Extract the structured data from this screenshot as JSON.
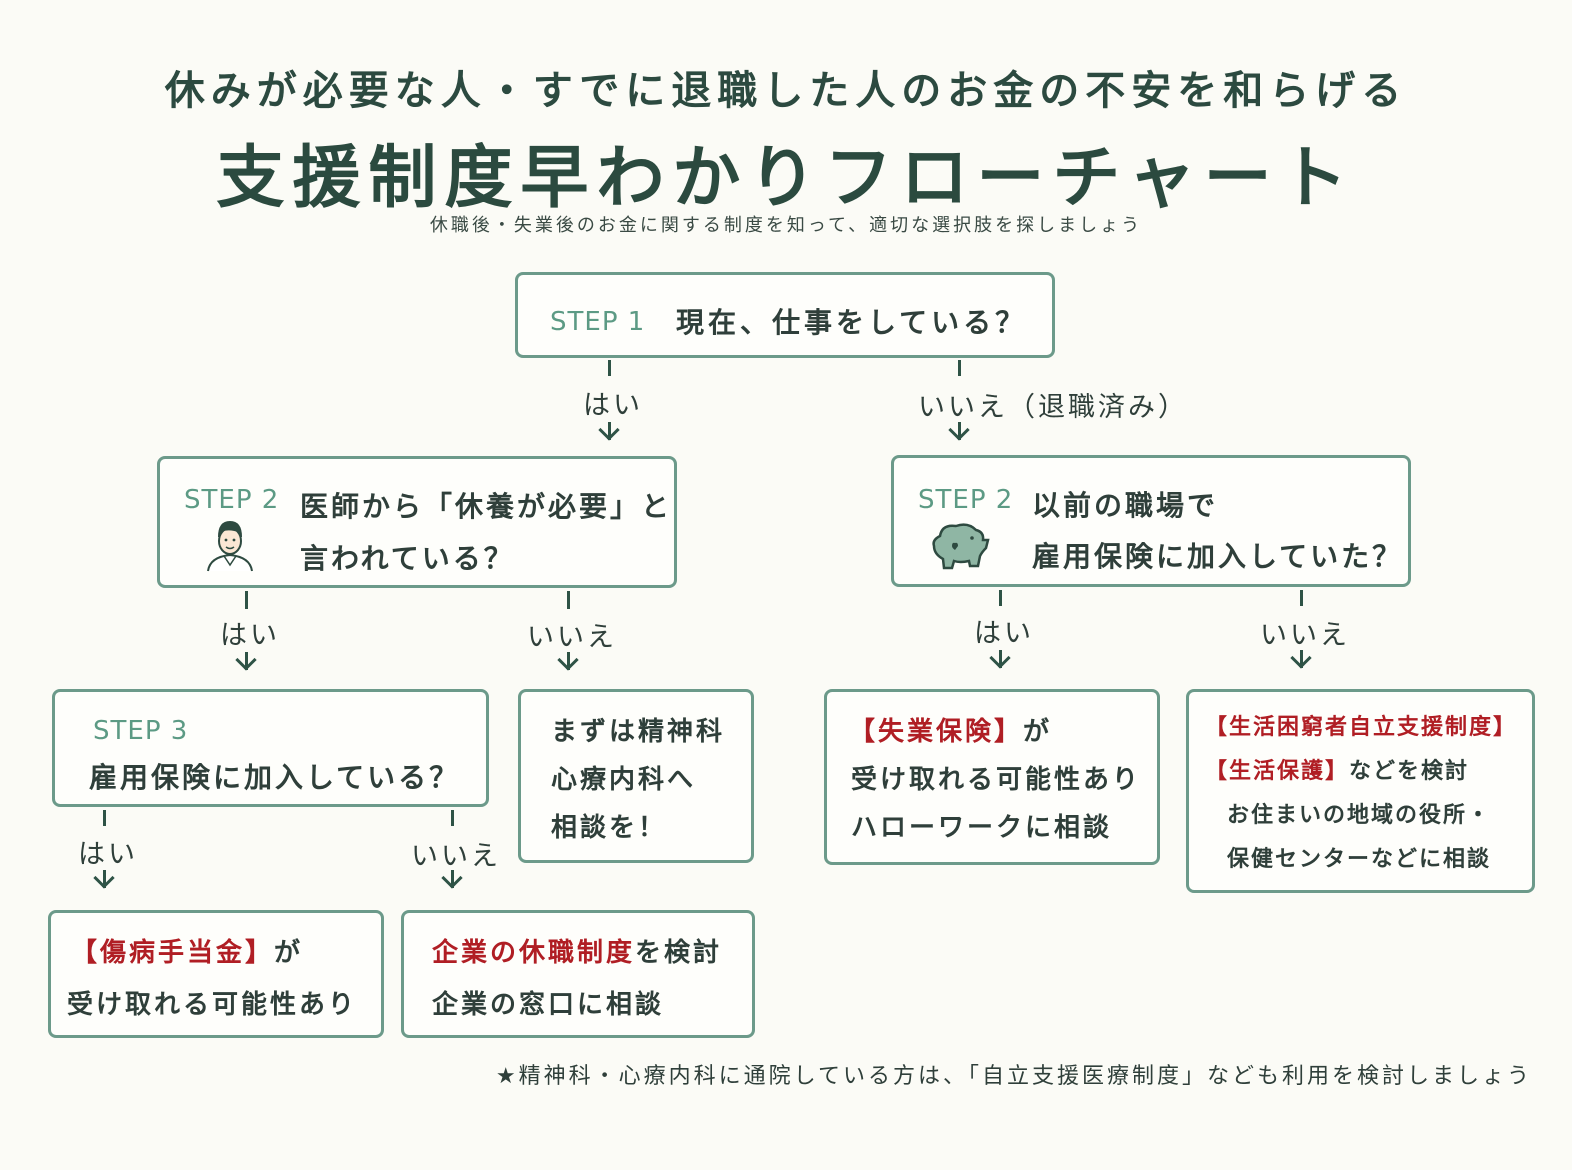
{
  "header": {
    "subtitle": "休みが必要な人・すでに退職した人のお金の不安を和らげる",
    "title": "支援制度早わかりフローチャート",
    "caption": "休職後・失業後のお金に関する制度を知って、適切な選択肢を探しましょう"
  },
  "step1": {
    "step": "STEP 1",
    "question": "現在、仕事をしている？"
  },
  "step2_left": {
    "step": "STEP 2",
    "line1": "医師から「休養が必要」と",
    "line2": "言われている？",
    "icon": "doctor-icon"
  },
  "step2_right": {
    "step": "STEP 2",
    "line1": "以前の職場で",
    "line2": "雇用保険に加入していた？",
    "icon": "piggy-bank-icon"
  },
  "step3": {
    "step": "STEP 3",
    "question": "雇用保険に加入している？"
  },
  "labels": {
    "yes": "はい",
    "no": "いいえ",
    "no_retired": "いいえ（退職済み）"
  },
  "results": {
    "psychiatry": {
      "line1": "まずは精神科",
      "line2": "心療内科へ",
      "line3": "相談を！"
    },
    "unemployment": {
      "highlight": "【失業保険】",
      "suffix": "が",
      "line2": "受け取れる可能性あり",
      "line3": "ハローワークに相談"
    },
    "welfare": {
      "highlight1": "【生活困窮者自立支援制度】",
      "highlight2": "【生活保護】",
      "suffix2": "などを検討",
      "line3": "お住まいの地域の役所・",
      "line4": "保健センターなどに相談"
    },
    "sickness": {
      "highlight": "【傷病手当金】",
      "suffix": "が",
      "line2": "受け取れる可能性あり"
    },
    "company": {
      "highlight": "企業の休職制度",
      "suffix": "を検討",
      "line2": "企業の窓口に相談"
    }
  },
  "footnote": "★精神科・心療内科に通院している方は、「自立支援医療制度」なども利用を検討しましょう",
  "colors": {
    "accent": "#6c9a8a",
    "highlight": "#b01e24",
    "title": "#2b4a3f"
  }
}
